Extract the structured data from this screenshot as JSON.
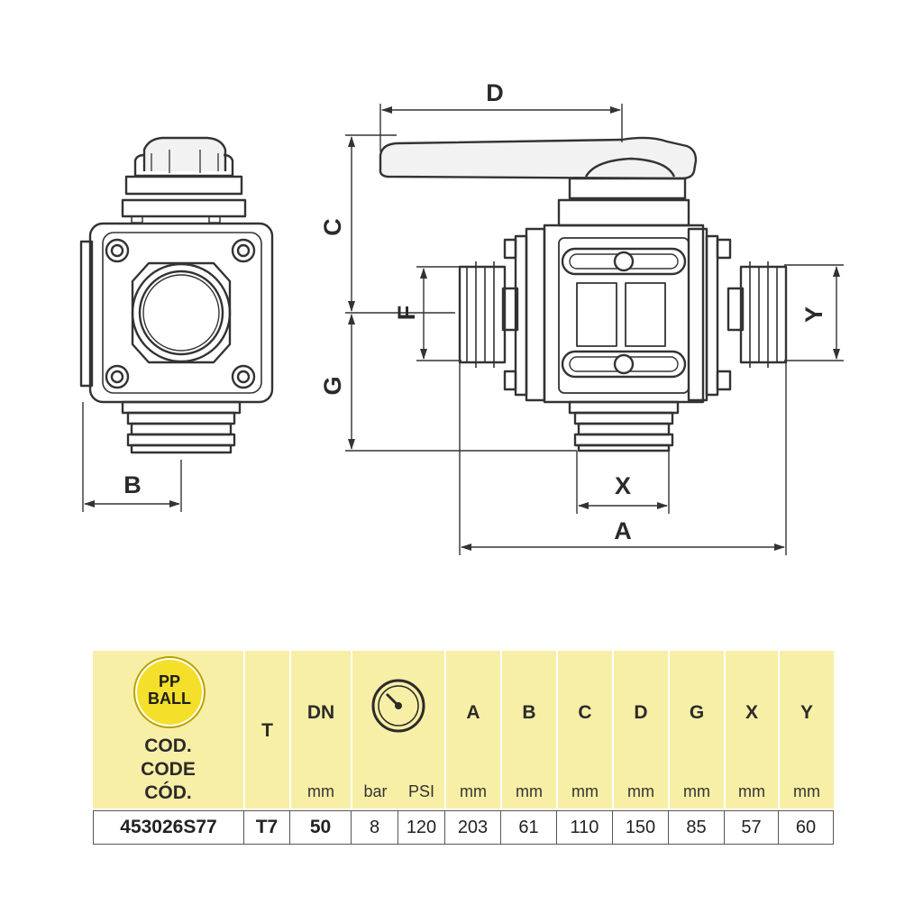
{
  "drawing": {
    "dimension_labels": {
      "A": "A",
      "B": "B",
      "C": "C",
      "D": "D",
      "F": "F",
      "G": "G",
      "X": "X",
      "Y": "Y"
    }
  },
  "spec_table": {
    "badge": {
      "line1": "PP",
      "line2": "BALL"
    },
    "code_labels": [
      "COD.",
      "CODE",
      "CÓD."
    ],
    "t_header": "T",
    "columns": [
      {
        "key": "DN",
        "symbol": "DN",
        "unit": "mm"
      },
      {
        "key": "pressure",
        "symbol": "pressure-gauge-icon",
        "unit_bar": "bar",
        "unit_psi": "PSI"
      },
      {
        "key": "A",
        "symbol": "A",
        "unit": "mm"
      },
      {
        "key": "B",
        "symbol": "B",
        "unit": "mm"
      },
      {
        "key": "C",
        "symbol": "C",
        "unit": "mm"
      },
      {
        "key": "D",
        "symbol": "D",
        "unit": "mm"
      },
      {
        "key": "G",
        "symbol": "G",
        "unit": "mm"
      },
      {
        "key": "X",
        "symbol": "X",
        "unit": "mm"
      },
      {
        "key": "Y",
        "symbol": "Y",
        "unit": "mm"
      }
    ],
    "row": {
      "code": "453026S77",
      "T": "T7",
      "DN": "50",
      "bar": "8",
      "psi": "120",
      "A": "203",
      "B": "61",
      "C": "110",
      "D": "150",
      "G": "85",
      "X": "57",
      "Y": "60"
    },
    "colors": {
      "header_bg": "#f8efa6",
      "badge": "#f4df2b"
    }
  }
}
